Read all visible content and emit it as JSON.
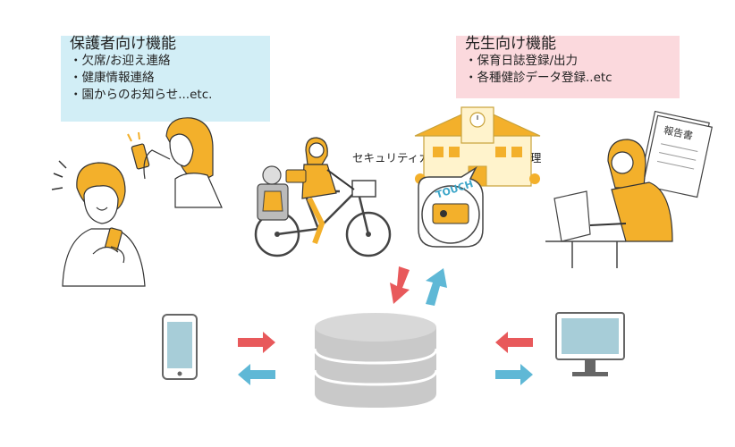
{
  "parents": {
    "title": "保護者向け機能",
    "items": [
      "・欠席/お迎え連絡",
      "・健康情報連絡",
      "・園からのお知らせ...etc."
    ]
  },
  "teachers": {
    "title": "先生向け機能",
    "items": [
      "・保育日誌登録/出力",
      "・各種健診データ登録..etc"
    ]
  },
  "security_caption": "セキュリティカードによる登降園管理",
  "touch_label": "TOUCH",
  "report_label": "報告書",
  "colors": {
    "parent_panel": "#d2eef6",
    "teacher_panel": "#fbd9dd",
    "accent_yellow": "#f3b02b",
    "arrow_red": "#e8595b",
    "arrow_blue": "#5fb8d6",
    "database_gray": "#c9c9c9",
    "device_blue": "#a7cdd8"
  }
}
